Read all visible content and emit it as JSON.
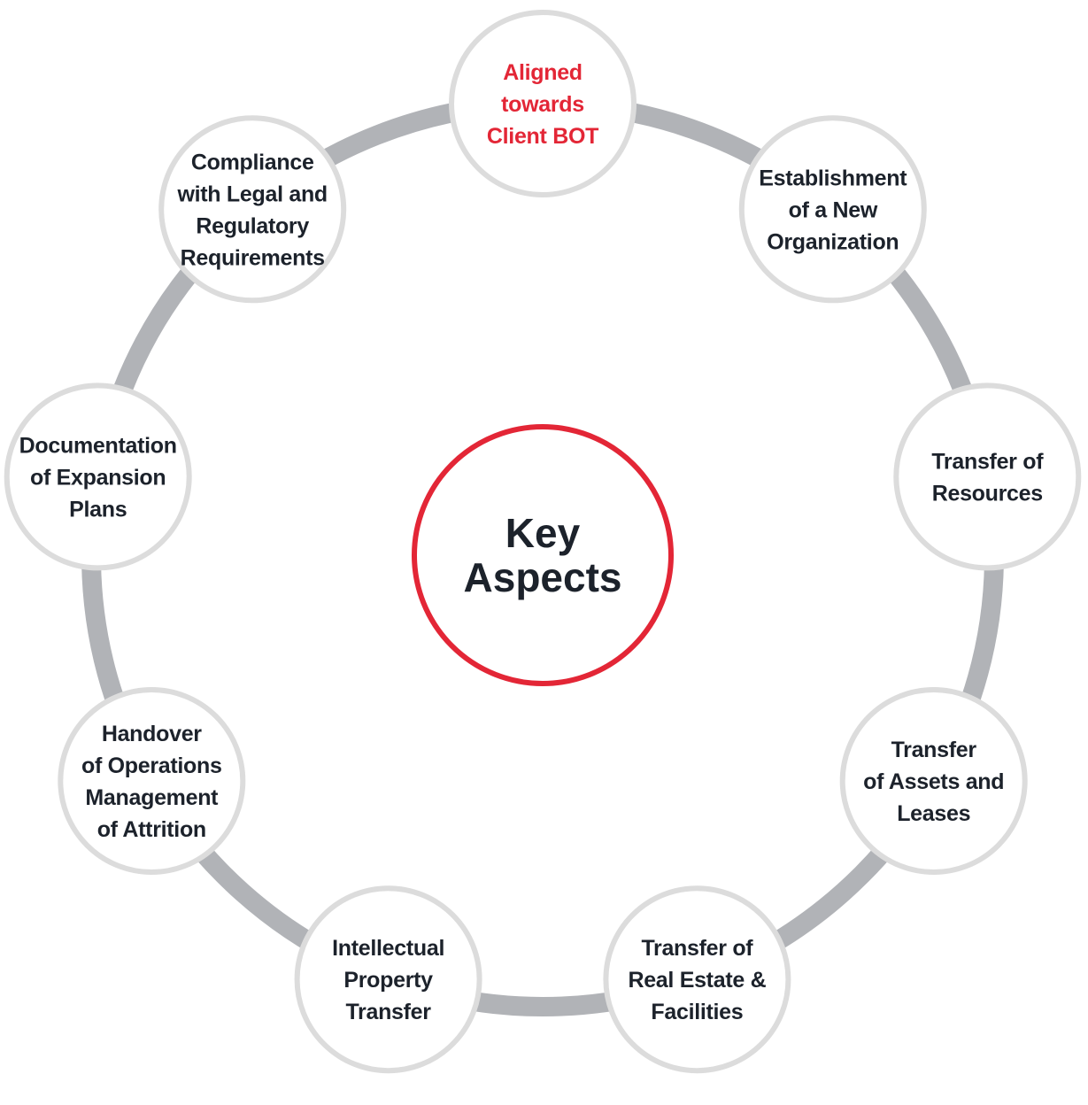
{
  "diagram": {
    "center": {
      "lines": [
        "Key",
        "Aspects"
      ],
      "color": "#1c222b",
      "border_color": "#e32636"
    },
    "ring_color": "#b1b3b7",
    "node_border_color": "#dcdcdc",
    "text_color": "#1c222b",
    "accent_color": "#e32636",
    "nodes": [
      {
        "id": "aligned-towards-client-bot",
        "lines": [
          "Aligned",
          "towards",
          "Client BOT"
        ],
        "highlight": true
      },
      {
        "id": "establishment-of-new-organization",
        "lines": [
          "Establishment",
          "of a New",
          "Organization"
        ],
        "highlight": false
      },
      {
        "id": "transfer-of-resources",
        "lines": [
          "Transfer of",
          "Resources"
        ],
        "highlight": false
      },
      {
        "id": "transfer-of-assets-and-leases",
        "lines": [
          "Transfer",
          "of Assets and",
          "Leases"
        ],
        "highlight": false
      },
      {
        "id": "transfer-of-real-estate-facilities",
        "lines": [
          "Transfer of",
          "Real Estate &",
          "Facilities"
        ],
        "highlight": false
      },
      {
        "id": "intellectual-property-transfer",
        "lines": [
          "Intellectual",
          "Property",
          "Transfer"
        ],
        "highlight": false
      },
      {
        "id": "handover-of-operations",
        "lines": [
          "Handover",
          "of Operations",
          "Management",
          "of Attrition"
        ],
        "highlight": false
      },
      {
        "id": "documentation-of-expansion-plans",
        "lines": [
          "Documentation",
          "of Expansion",
          "Plans"
        ],
        "highlight": false
      },
      {
        "id": "compliance-legal-regulatory",
        "lines": [
          "Compliance",
          "with Legal and",
          "Regulatory",
          "Requirements"
        ],
        "highlight": false
      }
    ]
  }
}
